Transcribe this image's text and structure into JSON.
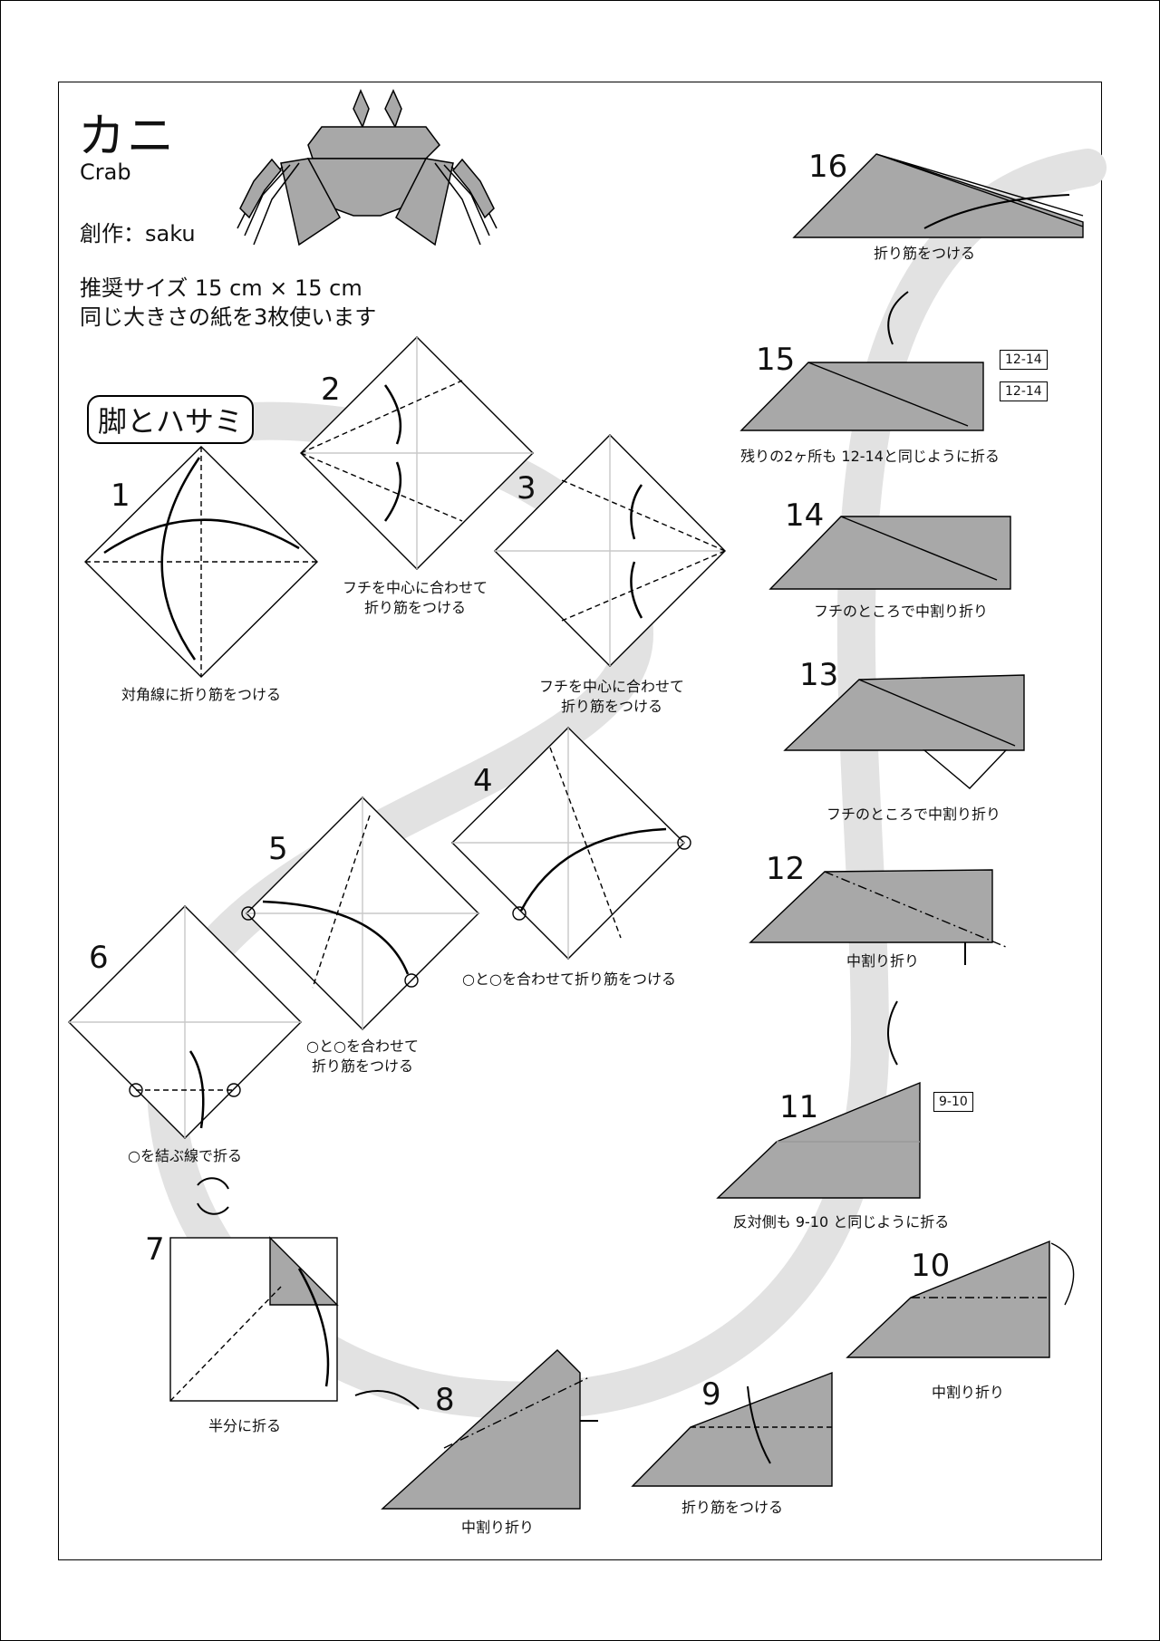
{
  "header": {
    "title": "カニ",
    "subtitle": "Crab",
    "author": "創作：saku",
    "paper_line1": "推奨サイズ 15 cm × 15 cm",
    "paper_line2": "同じ大きさの紙を3枚使います"
  },
  "section_label": "脚とハサミ",
  "steps": [
    {
      "num": "1",
      "caption": "対角線に折り筋をつける"
    },
    {
      "num": "2",
      "caption_l1": "フチを中心に合わせて",
      "caption_l2": "折り筋をつける"
    },
    {
      "num": "3",
      "caption_l1": "フチを中心に合わせて",
      "caption_l2": "折り筋をつける"
    },
    {
      "num": "4",
      "caption": "○と○を合わせて折り筋をつける"
    },
    {
      "num": "5",
      "caption_l1": "○と○を合わせて",
      "caption_l2": "折り筋をつける"
    },
    {
      "num": "6",
      "caption": "○を結ぶ線で折る"
    },
    {
      "num": "7",
      "caption": "半分に折る"
    },
    {
      "num": "8",
      "caption": "中割り折り"
    },
    {
      "num": "9",
      "caption": "折り筋をつける"
    },
    {
      "num": "10",
      "caption": "中割り折り"
    },
    {
      "num": "11",
      "caption": "反対側も 9-10 と同じように折る"
    },
    {
      "num": "12",
      "caption": "中割り折り"
    },
    {
      "num": "13",
      "caption": "フチのところで中割り折り"
    },
    {
      "num": "14",
      "caption": "フチのところで中割り折り"
    },
    {
      "num": "15",
      "caption": "残りの2ヶ所も 12-14と同じように折る"
    },
    {
      "num": "16",
      "caption": "折り筋をつける"
    }
  ],
  "tags": {
    "step11": "9-10",
    "step15_a": "12-14",
    "step15_b": "12-14"
  },
  "colors": {
    "paper_color": "#a8a8a8",
    "path_band": "#e2e2e2",
    "crease": "#c8c8c8"
  }
}
